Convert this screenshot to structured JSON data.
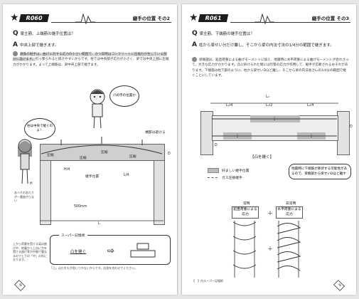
{
  "left": {
    "tag": "R060",
    "title": "継手の位置 その2",
    "q_mark": "Q",
    "q_text": "梁主筋、上端筋の継手位置は？",
    "a_mark": "A",
    "a_text": "中央上部で継ぎます。",
    "body1": "鉄筋の継手は、曲げに対する応力の小さい範囲で、かつ常時はコンクリートに圧縮力が生じている部分に設けます。",
    "body2": "引っ張られると抜けやすいからです。柱では中央部が応力が小さく、梁では中央上部に圧縮力がかかります。よって上端筋は、梁中央上部で継ぎます。",
    "bubble_col": "柱は中央で継ぐのよ！",
    "bubble_shape": "凸の字の位置か",
    "note_end": "端部は避ける",
    "comp": [
      "圧縮",
      "圧縮",
      "圧縮",
      "圧縮"
    ],
    "joint_label": "継手位置",
    "dim_h": "H",
    "dim_h4": "H/4",
    "dim_l4": "L/4",
    "dim_d": "D",
    "dim_l": "L",
    "dim_500": "500mm",
    "small_note": "あべそのあたりが一番曲がらない",
    "lower_note": "上から荷重を受ける梁は曲げ中、地震から上向に力を受ける曲げ等が中間で重なるので上下の「中」の形になります。",
    "super_label": "スーパー記憶術",
    "super_text": "凸を継ぐ",
    "footnote": "「凸」はだれもが思いつかないからです。応答を合わせてください。",
    "page_num": "48"
  },
  "right": {
    "tag": "R061",
    "title": "継手の位置 その3",
    "q_mark": "Q",
    "q_text": "梁主筋、下端筋の継手位置は？",
    "a_mark": "A",
    "a_text": "柱から梁せい分だけ離し、そこから梁の内法寸法の1/4分の範囲で継ぎます。",
    "body": "梁端部は、鉛直荷重による曲げモーメントに加え、地震時に水平荷重による曲げモーメントが合わさって、大きな応力がかかります。凸に掛けられた側には引張の応力が作用して、継手が応断されるおそれがあります。下端筋は柱下部のように、柱から梁せいDほど離し、そこから梁の内法長さL₀の1/4分の範囲で継ぐことにしています。",
    "dim_l": "L₀",
    "dim_l4a": "L₀/4",
    "dim_l2": "L₀/2",
    "dim_l4b": "L₀/4",
    "dim_d": "D",
    "caption": "【凸を継ぐ】",
    "legend1": "好ましい継手位置",
    "legend2": "ガス圧接継手",
    "callout": "地震時に下端筋が降伏する可能性があるので、梁端部から梁せいDほど離す",
    "box_normal_title": "常時",
    "box_normal": "鉛直荷重による応力",
    "box_quake_title": "非常時",
    "box_quake": "水平荷重による応力",
    "plus": "＋",
    "footnote": "【　】内スーパー記憶術",
    "page_num": "49"
  }
}
